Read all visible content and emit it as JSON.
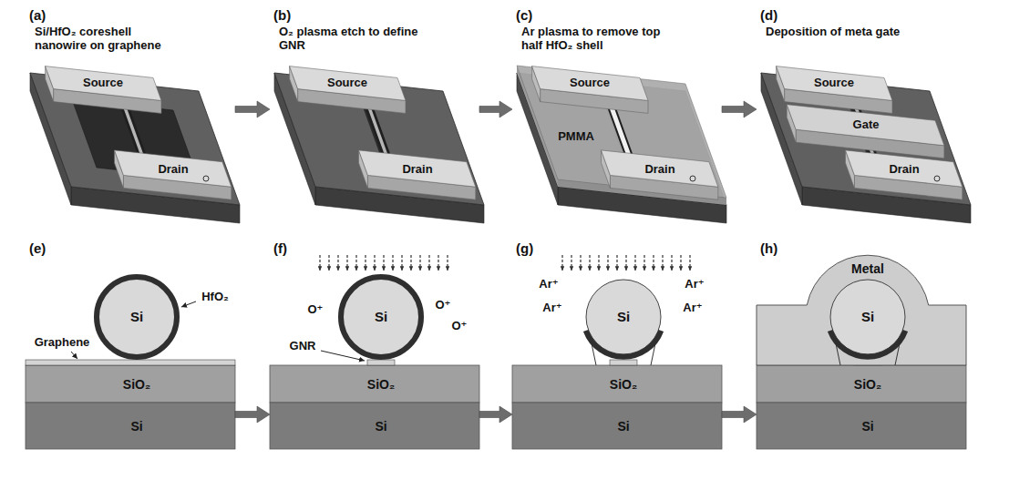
{
  "diagram": {
    "nodes": [
      {
        "text": [
          "(a)",
          "Si/HfO₂ coreshell nanowire on graphene"
        ]
      },
      {
        "text": [
          "(b)",
          "O₂ plasma etch to define GNR"
        ]
      },
      {
        "text": [
          "(c)",
          "Ar plasma to remove top half HfO₂ shell"
        ]
      },
      {
        "text": [
          "(d)",
          "Deposition of meta gate"
        ]
      },
      {
        "text": [
          "(e)"
        ]
      },
      {
        "text": [
          "(f)"
        ]
      },
      {
        "text": [
          "(g)"
        ]
      },
      {
        "text": [
          "(h)"
        ]
      }
    ],
    "edges": [
      {
        "from": 0,
        "to": 1,
        "arrow": "to"
      },
      {
        "from": 1,
        "to": 2,
        "arrow": "to"
      },
      {
        "from": 2,
        "to": 3,
        "arrow": "to"
      },
      {
        "from": 4,
        "to": 5,
        "arrow": "to"
      },
      {
        "from": 5,
        "to": 6,
        "arrow": "to"
      },
      {
        "from": 6,
        "to": 7,
        "arrow": "to"
      }
    ],
    "labels": [
      "Source",
      "Drain",
      "Source",
      "Drain",
      "Source",
      "PMMA",
      "Drain",
      "Source",
      "Gate",
      "Drain",
      "Si",
      "HfO₂",
      "Graphene",
      "SiO₂",
      "Si",
      "O⁺",
      "O⁺",
      "O⁺",
      "Si",
      "GNR",
      "SiO₂",
      "Si",
      "Ar⁺",
      "Ar⁺",
      "Ar⁺",
      "Ar⁺",
      "Si",
      "SiO₂",
      "Si",
      "Metal",
      "Si",
      "SiO₂",
      "Si"
    ]
  }
}
